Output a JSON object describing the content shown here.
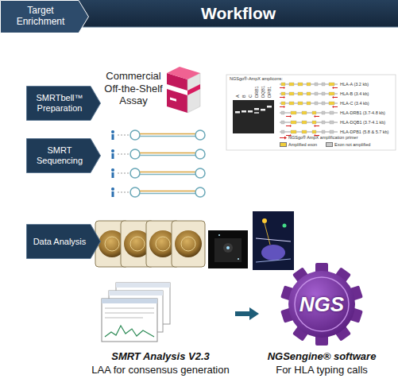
{
  "diagram": {
    "title": "Workflow",
    "nodes": [
      {
        "text": [
          "Target Enrichment"
        ]
      },
      {
        "text": [
          "SMRTbell™ Preparation"
        ]
      },
      {
        "text": [
          "SMRT Sequencing"
        ]
      },
      {
        "text": [
          "Data Analysis"
        ]
      },
      {
        "text": [
          "SMRT Analysis V2.3",
          "LAA for consensus generation"
        ]
      },
      {
        "text": [
          "NGS",
          "NGSengine® software",
          "For HLA typing calls"
        ]
      }
    ],
    "edges": [
      {
        "from": 4,
        "to": 5,
        "arrow": "to"
      }
    ],
    "labels": [
      "Commercial Off-the-Shelf Assay",
      "NGSgo®-AmpX amplicons:",
      "A",
      "B",
      "C",
      "DRB1",
      "DQB1",
      "DPB1",
      "HLA-A (3.2 kb)",
      "HLA-B (3.4 kb)",
      "HLA-C (3.4 kb)",
      "HLA-DRB1 (3.7-4.8 kb)",
      "HLA-DQB1 (3.7-4.1 kb)",
      "HLA-DPB1 (5.8 & 5.7 kb)"
    ],
    "legend": [
      {
        "text": "NGSgo® AmpX amplification primer"
      },
      {
        "text": "Amplified exon",
        "color": "#f2cf3a"
      },
      {
        "text": "Exon not amplified",
        "color": "#c8c8c8"
      }
    ]
  }
}
